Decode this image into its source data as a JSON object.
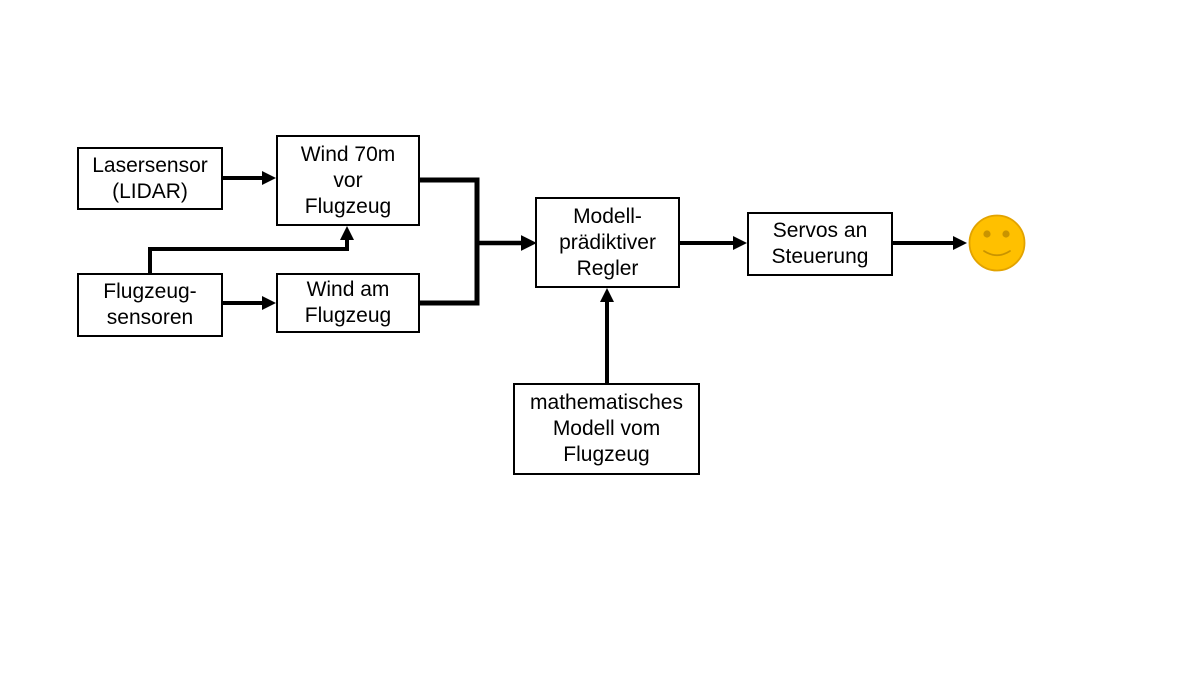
{
  "diagram": {
    "nodes": {
      "lasersensor": {
        "label": "Lasersensor\n(LIDAR)"
      },
      "wind_70m": {
        "label": "Wind 70m\nvor\nFlugzeug"
      },
      "flugzeugsensoren": {
        "label": "Flugzeug-\nsensoren"
      },
      "wind_am_flugzeug": {
        "label": "Wind am\nFlugzeug"
      },
      "regler": {
        "label": "Modell-\nprädiktiver\nRegler"
      },
      "servos": {
        "label": "Servos an\nSteuerung"
      },
      "math_modell": {
        "label": "mathematisches\nModell vom\nFlugzeug"
      }
    },
    "colors": {
      "line": "#000000",
      "box_border": "#000000",
      "box_fill": "#ffffff",
      "background": "#ffffff",
      "smiley_fill": "#FFC000",
      "smiley_stroke": "#E2A300",
      "smiley_features": "#C99400"
    }
  }
}
